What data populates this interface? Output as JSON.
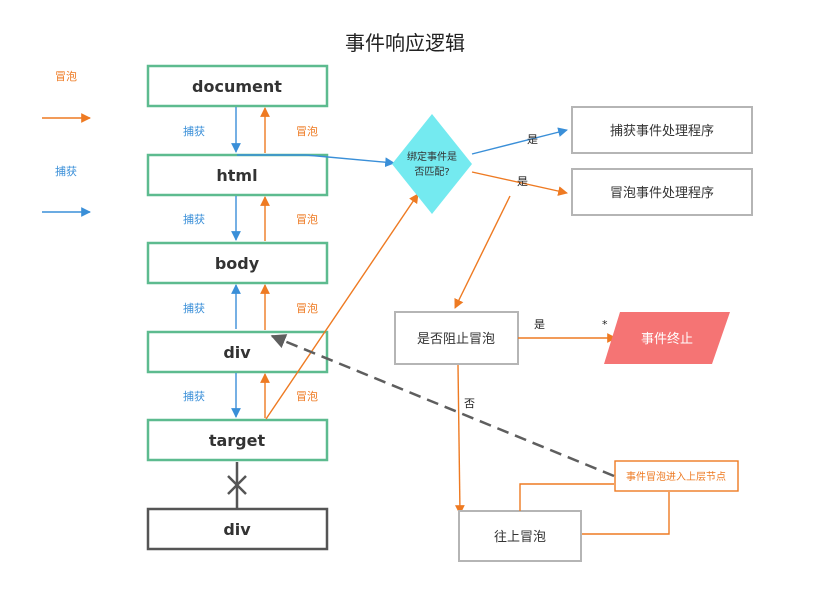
{
  "title": "事件响应逻辑",
  "legend": {
    "bubble_label": "冒泡",
    "capture_label": "捕获"
  },
  "nodes": {
    "document": "document",
    "html": "html",
    "body": "body",
    "div": "div",
    "target": "target",
    "div_child": "div"
  },
  "edge_labels": {
    "capture_1": "捕获",
    "capture_2": "捕获",
    "capture_3": "捕获",
    "capture_4": "捕获",
    "bubble_1": "冒泡",
    "bubble_2": "冒泡",
    "bubble_3": "冒泡",
    "bubble_4": "冒泡",
    "yes_capture": "是",
    "yes_bubble": "是",
    "yes_stop": "是",
    "no": "否",
    "star_stop": "*",
    "star_up": "*"
  },
  "decision": {
    "line1": "绑定事件是",
    "line2": "否匹配?"
  },
  "boxes": {
    "capture_handler": "捕获事件处理程序",
    "bubble_handler": "冒泡事件处理程序",
    "stop_bubble": "是否阻止冒泡",
    "event_end": "事件终止",
    "go_up": "往上冒泡",
    "enter_parent": "事件冒泡进入上层节点"
  },
  "colors": {
    "node_border": "#5dbb8f",
    "dark_border": "#555555",
    "gray_border": "#b5b5b5",
    "blue": "#3a8fd8",
    "orange": "#ee7a22",
    "diamond": "#74eaf0",
    "terminate": "#f57474",
    "dashed": "#5e5e5e",
    "text": "#333333"
  }
}
